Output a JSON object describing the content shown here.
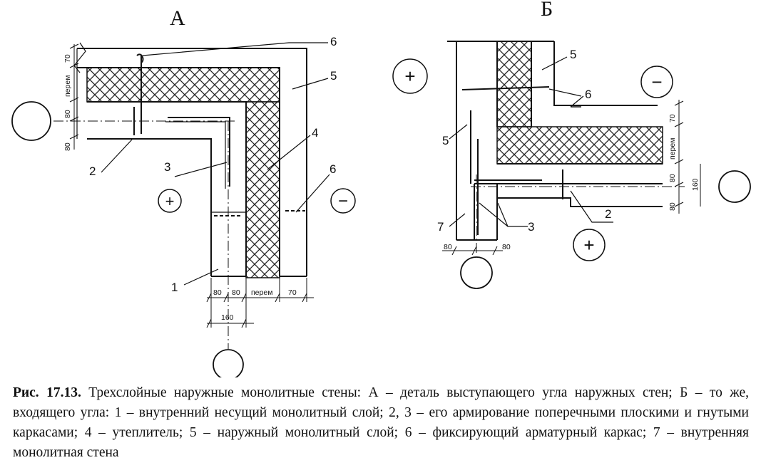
{
  "panels": {
    "a": {
      "title": "А"
    },
    "b": {
      "title": "Б"
    }
  },
  "callouts": [
    "1",
    "2",
    "3",
    "4",
    "5",
    "6",
    "7"
  ],
  "signs": {
    "plus": "+",
    "minus": "−"
  },
  "dimensions": {
    "d70": "70",
    "d80": "80",
    "d160": "160",
    "perom": "перем"
  },
  "caption": {
    "label": "Рис. 17.13.",
    "text": " Трехслойные наружные монолитные стены: А – деталь выступающего угла наружных стен; Б – то же, входящего угла: 1  – внутренний несущий монолитный слой; 2, 3 – его армирование поперечными плоскими и гнутыми каркасами; 4 – утеплитель; 5 – наружный монолитный слой; 6 –  фиксирующий арматурный каркас; 7 – внутренняя монолитная стена"
  }
}
